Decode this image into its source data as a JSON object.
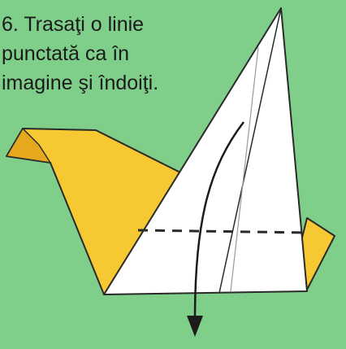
{
  "instruction": {
    "lines": [
      "6. Trasaţi o linie",
      "punctată ca în",
      "imagine şi îndoiţi."
    ]
  },
  "colors": {
    "background": "#7fcf8a",
    "paper_yellow": "#f6c832",
    "paper_white": "#ffffff",
    "outline": "#2a2a2a",
    "arrow": "#1b1b1b"
  },
  "figure": {
    "subject": "origami bird fold step",
    "fold_line": "dashed",
    "arrow_direction": "down"
  }
}
